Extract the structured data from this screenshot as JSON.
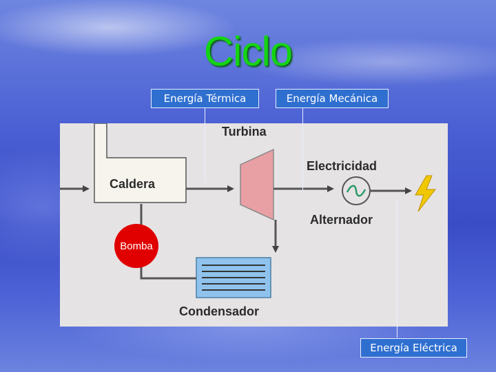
{
  "title": "Ciclo",
  "labels": {
    "thermal": "Energía Térmica",
    "mechanical": "Energía Mecánica",
    "electrical": "Energía Eléctrica"
  },
  "pump": "Bomba",
  "diagram": {
    "turbine": "Turbina",
    "boiler": "Caldera",
    "electricity": "Electricidad",
    "alternator": "Alternador",
    "condenser": "Condensador"
  },
  "colors": {
    "title": "#14d414",
    "label_box": "#2f6fd0",
    "pump": "#e00000",
    "turbine": "#e8a0a4",
    "condenser": "#8fc3ee",
    "boiler": "#f6f4ec",
    "lightning": "#f0c800"
  },
  "icons": [
    "lightning-icon",
    "alternator-icon"
  ]
}
